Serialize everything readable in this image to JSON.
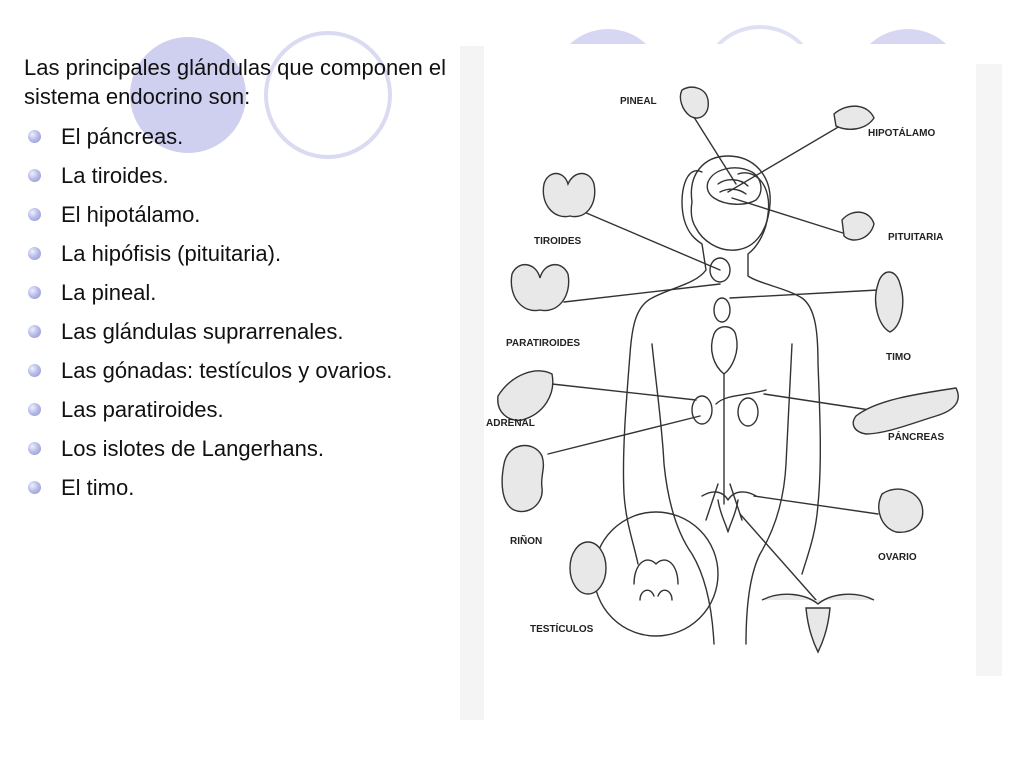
{
  "slide": {
    "intro": "Las principales glándulas que componen el sistema endocrino son:",
    "bullets": [
      "El páncreas.",
      "La tiroides.",
      "El hipotálamo.",
      "La hipófisis (pituitaria).",
      "La pineal.",
      "Las glándulas suprarrenales.",
      "Las gónadas: testículos y ovarios.",
      "Las paratiroides.",
      "Los islotes de Langerhans.",
      "El timo."
    ]
  },
  "diagram_labels": {
    "pineal": "PINEAL",
    "hipotalamo": "HIPOTÁLAMO",
    "pituitaria": "PITUITARIA",
    "tiroides": "TIROIDES",
    "paratiroides": "PARATIROIDES",
    "timo": "TIMO",
    "adrenal": "ADRENAL",
    "pancreas": "PÁNCREAS",
    "rinon": "RIÑON",
    "ovario": "OVARIO",
    "testiculos": "TESTÍCULOS"
  },
  "colors": {
    "background": "#ffffff",
    "decor_circle": "#c9c9ee",
    "decor_ring": "#dadaf2",
    "text": "#111111",
    "bullet": "#a0a4dc",
    "line_art": "#333333"
  }
}
